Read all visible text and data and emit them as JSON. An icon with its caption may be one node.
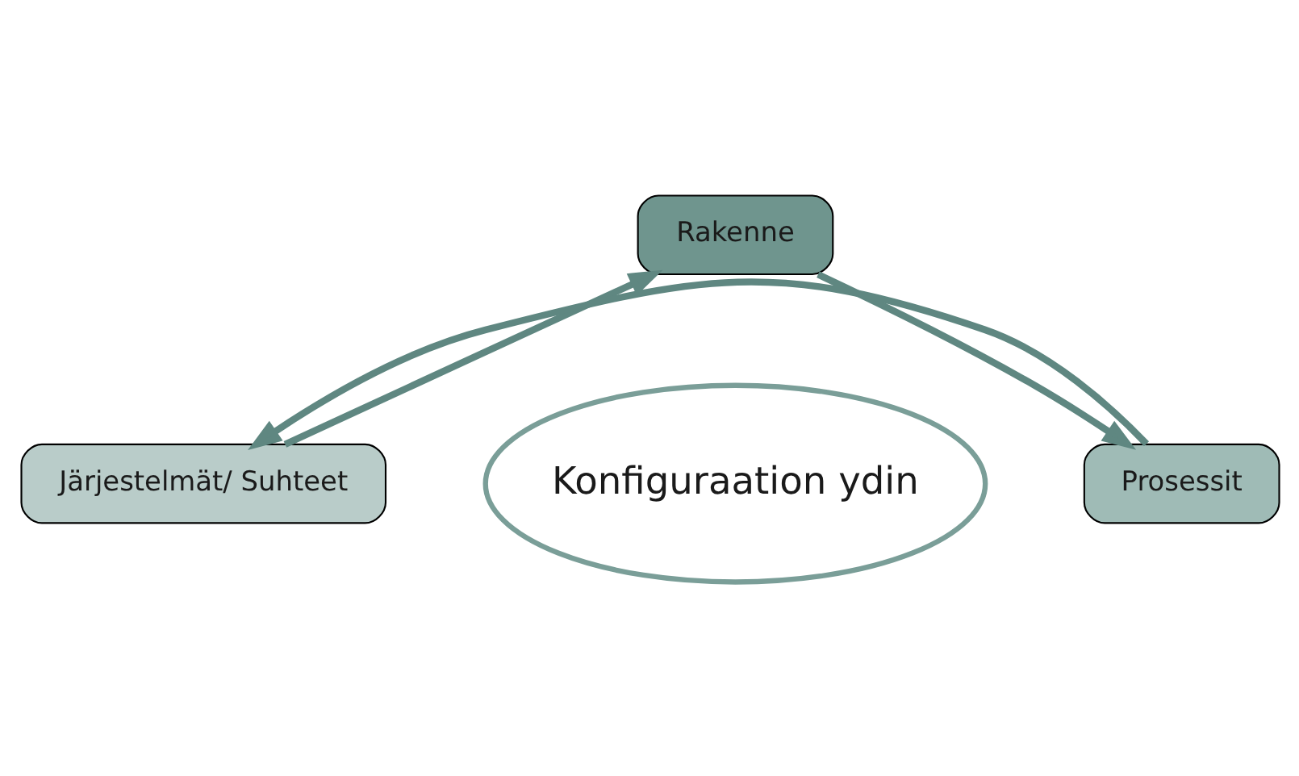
{
  "diagram": {
    "nodes": [
      {
        "text": [
          "Rakenne"
        ]
      },
      {
        "text": [
          "Prosessit"
        ]
      },
      {
        "text": [
          "Järjestelmät/ Suhteet"
        ]
      },
      {
        "text": [
          "Konfiguraation ydin"
        ]
      }
    ],
    "edges": [
      {
        "from": 0,
        "to": 1,
        "arrow": "to"
      },
      {
        "from": 1,
        "to": 2,
        "arrow": "to"
      },
      {
        "from": 2,
        "to": 0,
        "arrow": "to"
      }
    ]
  }
}
